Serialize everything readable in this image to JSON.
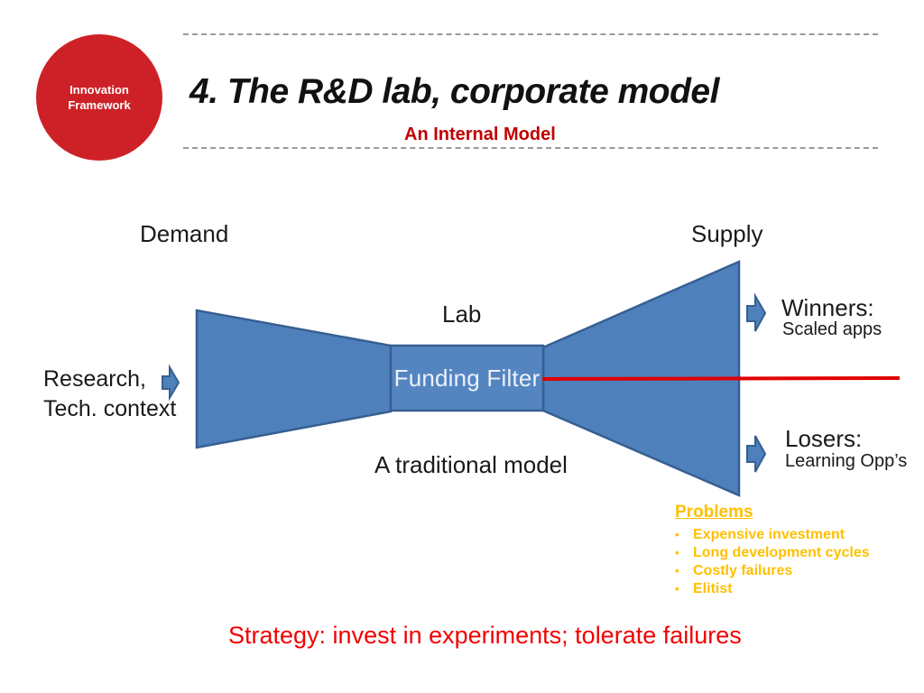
{
  "logo": {
    "line1": "Innovation",
    "line2": "Framework"
  },
  "header": {
    "title": "4. The R&D lab, corporate model",
    "subtitle": "An Internal Model"
  },
  "diagram": {
    "demand_label": "Demand",
    "supply_label": "Supply",
    "lab_label": "Lab",
    "funding_filter_label": "Funding Filter",
    "research_line1": "Research,",
    "research_line2": "Tech. context",
    "winners_title": "Winners:",
    "winners_sub": "Scaled apps",
    "losers_title": "Losers:",
    "losers_sub": "Learning Opp’s",
    "traditional_label": "A traditional model"
  },
  "problems": {
    "heading": "Problems",
    "bullet_icon": "•",
    "items": [
      "Expensive investment",
      "Long development cycles",
      "Costly failures",
      "Elitist"
    ]
  },
  "strategy_label": "Strategy: invest in experiments; tolerate failures",
  "colors": {
    "funnel_fill": "#4e80bc",
    "funnel_border": "#365f91",
    "filter_box_fill": "#5585c1",
    "arrow_fill": "#4e80bc",
    "red_line": "#e00000",
    "logo_red": "#ce2127",
    "subtitle_red": "#c00000",
    "strategy_red": "#f20000",
    "problems_yellow": "#ffc000",
    "dashed_rule_gray": "#9a9a9a"
  }
}
